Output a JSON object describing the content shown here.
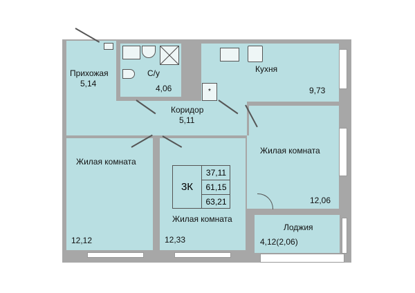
{
  "rooms": {
    "hallway": {
      "name": "Прихожая",
      "area": "5,14"
    },
    "bathroom": {
      "name": "С/у",
      "area": "4,06"
    },
    "kitchen": {
      "name": "Кухня",
      "area": "9,73"
    },
    "corridor": {
      "name": "Коридор",
      "area": "5,11"
    },
    "living_left": {
      "name": "Жилая комната",
      "area": "12,12"
    },
    "living_middle": {
      "name": "Жилая комната",
      "area": "12,33"
    },
    "living_right": {
      "name": "Жилая комната",
      "area": "12,06"
    },
    "loggia": {
      "name": "Лоджия",
      "area": "4,12(2,06)"
    }
  },
  "summary": {
    "type": "3К",
    "living_area": "37,11",
    "total_area": "61,15",
    "total_with_loggia": "63,21"
  },
  "colors": {
    "room": "#b9dfe2",
    "wall": "#a7a7a7"
  }
}
